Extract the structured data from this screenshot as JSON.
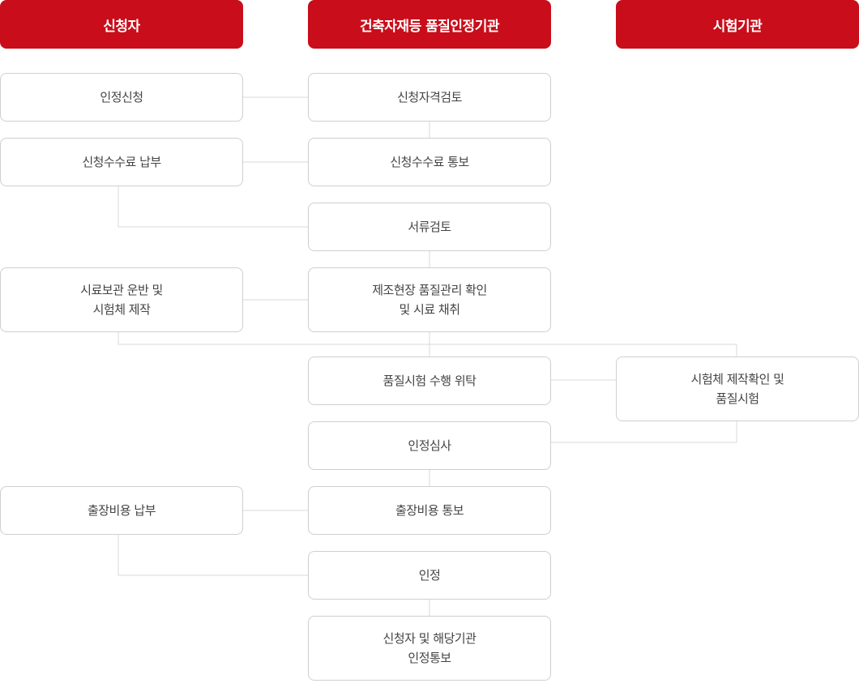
{
  "columns": {
    "applicant": "신청자",
    "agency": "건축자재등 품질인정기관",
    "lab": "시험기관"
  },
  "steps": {
    "apply": [
      "인정신청"
    ],
    "eligibility_review": [
      "신청자격검토"
    ],
    "fee_payment": [
      "신청수수료 납부"
    ],
    "fee_notice": [
      "신청수수료 통보"
    ],
    "document_review": [
      "서류검토"
    ],
    "sample_storage": [
      "시료보관 운반 및",
      "시험체 제작"
    ],
    "site_check": [
      "제조현장 품질관리 확인",
      "및 시료 채취"
    ],
    "test_commission": [
      "품질시험 수행 위탁"
    ],
    "specimen_test": [
      "시험체 제작확인 및",
      "품질시험"
    ],
    "certification_review": [
      "인정심사"
    ],
    "travel_payment": [
      "출장비용 납부"
    ],
    "travel_notice": [
      "출장비용 통보"
    ],
    "certification": [
      "인정"
    ],
    "final_notice": [
      "신청자 및 해당기관",
      "인정통보"
    ]
  }
}
